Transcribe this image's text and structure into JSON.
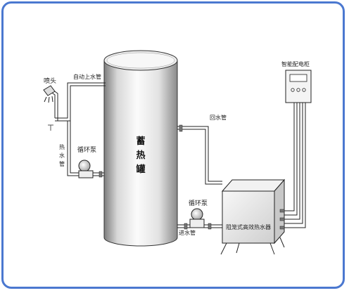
{
  "diagram": {
    "title_chars": [
      "蓄",
      "热",
      "罐"
    ],
    "labels": {
      "shower_head": "喷头",
      "cold_water_inlet": "自动上水管",
      "hot_water_pipe_chars": [
        "热",
        "水",
        "管"
      ],
      "circulation_pump_left": "循环泵",
      "return_pipe": "回水管",
      "circulation_pump_right": "循环泵",
      "inlet_pipe": "进水管",
      "heater": "阻笼式高效热水器",
      "control_cabinet": "智能配电柜"
    },
    "colors": {
      "frame_border": "#4b78d0",
      "line": "#222222",
      "tank_dark": "#8a8a8a",
      "tank_light": "#f4f4f4"
    }
  }
}
